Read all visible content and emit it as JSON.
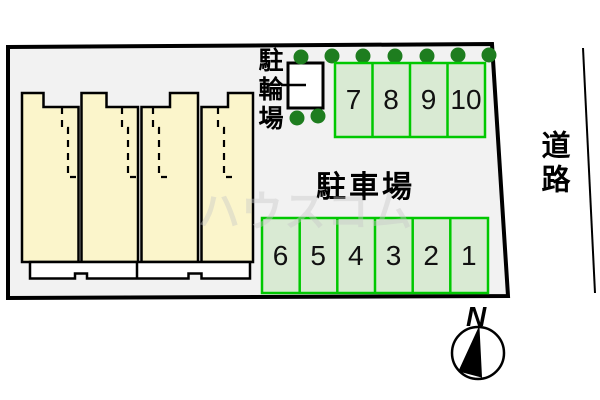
{
  "plan": {
    "labels": {
      "bicycle_parking": "駐輪場",
      "parking_lot": "駐車場",
      "road": "道路"
    },
    "parking": {
      "top_row": [
        "7",
        "8",
        "9",
        "10"
      ],
      "bottom_row": [
        "6",
        "5",
        "4",
        "3",
        "2",
        "1"
      ]
    },
    "compass": {
      "north_label": "N"
    },
    "watermark_text": "ハウスコム",
    "colors": {
      "site_fill": "#f2f2f2",
      "boundary": "#000000",
      "building_fill": "#fbf5cb",
      "space_fill": "#d9ead3",
      "space_border": "#00c800",
      "tree": "#1e7d1f"
    }
  }
}
